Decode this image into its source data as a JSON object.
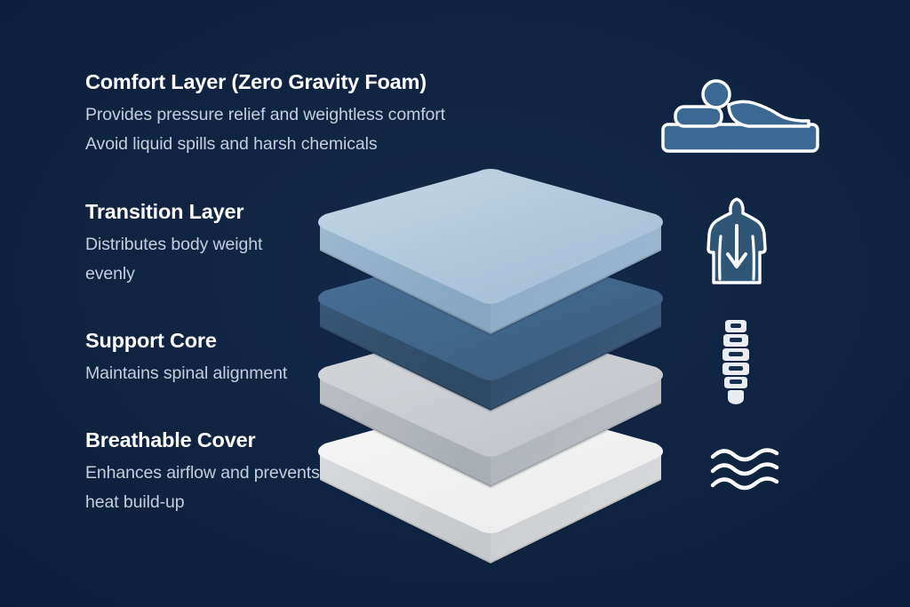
{
  "background_color": "#0e2340",
  "layers": [
    {
      "id": "comfort",
      "title": "Comfort Layer (Zero Gravity Foam)",
      "line1": "Provides pressure relief and weightless comfort",
      "line2": "Avoid liquid spills and harsh chemicals",
      "slab_top_color": "#aac4d8",
      "slab_side_color": "#8fb0c9",
      "icon": "person-sleeping-on-mattress-icon"
    },
    {
      "id": "transition",
      "title": "Transition Layer",
      "line1": "Distributes body weight",
      "line2": "evenly",
      "slab_top_color": "#41678c",
      "slab_side_color": "#32506f",
      "icon": "body-weight-distribution-icon"
    },
    {
      "id": "support",
      "title": "Support Core",
      "line1": "Maintains spinal alignment",
      "line2": "",
      "slab_top_color": "#c9ccd0",
      "slab_side_color": "#aeb3b8",
      "icon": "spine-alignment-icon"
    },
    {
      "id": "cover",
      "title": "Breathable Cover",
      "line1": "Enhances airflow and prevents",
      "line2": "heat build-up",
      "slab_top_color": "#e6e6e6",
      "slab_side_color": "#cdcfd1",
      "icon": "airflow-waves-icon"
    }
  ],
  "accent_colors": {
    "title_text": "#ffffff",
    "body_text": "#c3cfdd",
    "icon_stroke": "#ffffff",
    "icon_fill": "#3c6894"
  }
}
